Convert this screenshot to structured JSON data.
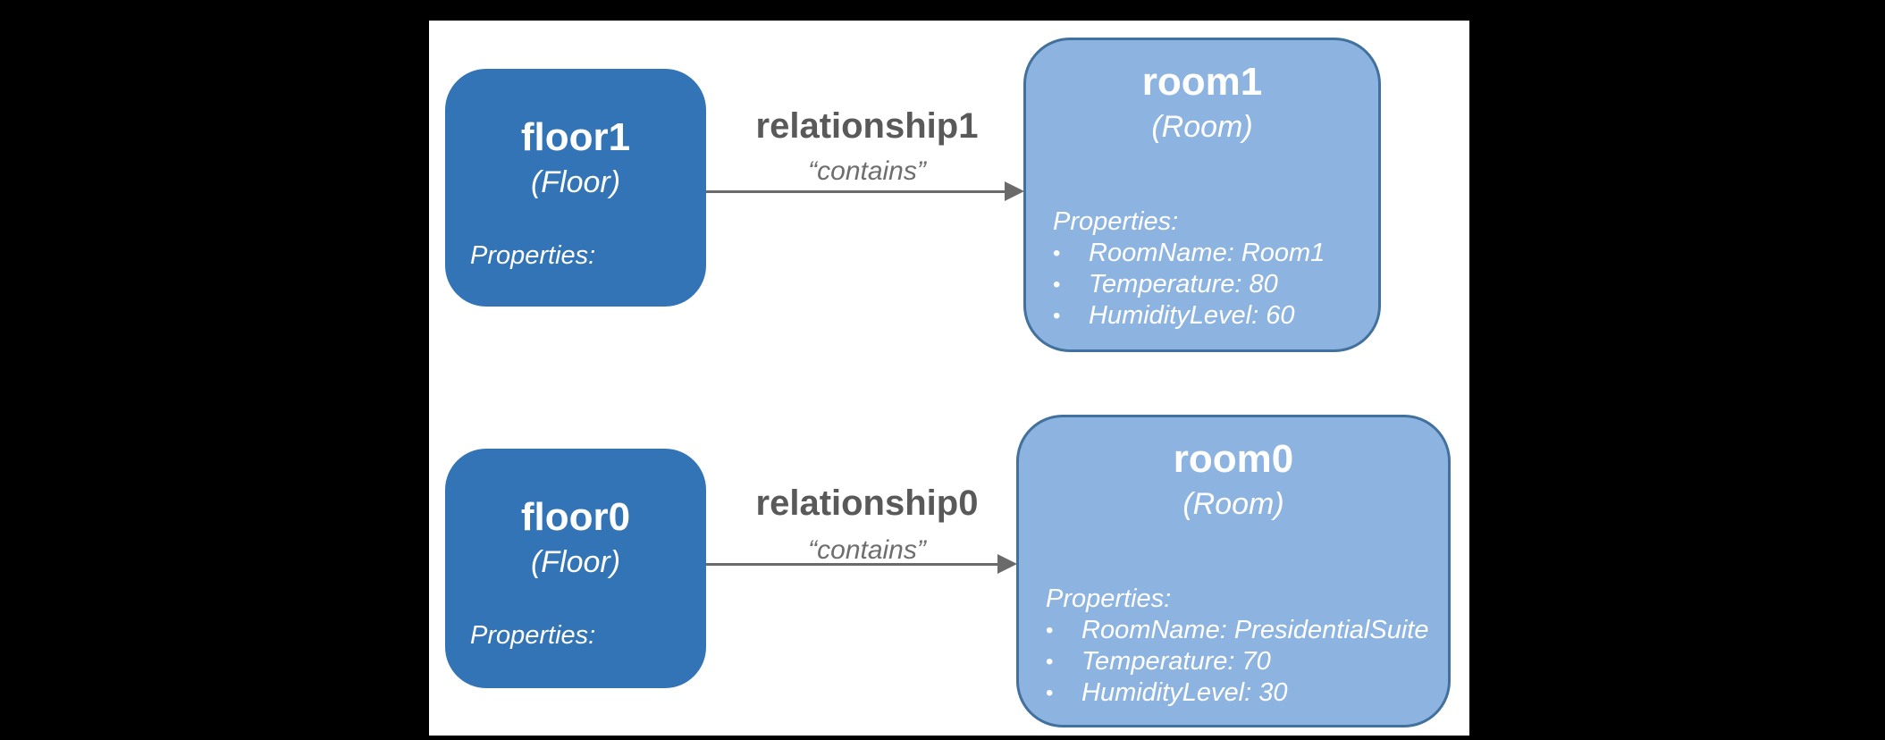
{
  "diagram": {
    "background_color": "#000000",
    "canvas_color": "#FFFFFF",
    "colors": {
      "floor_fill": "#3274B5",
      "room_fill": "#8DB4E0",
      "room_border": "#41719C",
      "relationship_label_gray": "#595959",
      "predicate_gray": "#6E6E6E",
      "arrow_gray": "#6A6A6A",
      "node_text": "#FFFFFF"
    },
    "bullet": "•",
    "nodes": {
      "floor1": {
        "title": "floor1",
        "type": "(Floor)",
        "properties_label": "Properties:"
      },
      "room1": {
        "title": "room1",
        "type": "(Room)",
        "properties_label": "Properties:",
        "properties": [
          "RoomName: Room1",
          "Temperature: 80",
          "HumidityLevel: 60"
        ]
      },
      "floor0": {
        "title": "floor0",
        "type": "(Floor)",
        "properties_label": "Properties:"
      },
      "room0": {
        "title": "room0",
        "type": "(Room)",
        "properties_label": "Properties:",
        "properties": [
          "RoomName: PresidentialSuite",
          "Temperature: 70",
          "HumidityLevel: 30"
        ]
      }
    },
    "relationships": {
      "relationship1": {
        "name": "relationship1",
        "predicate": "“contains”"
      },
      "relationship0": {
        "name": "relationship0",
        "predicate": "“contains”"
      }
    }
  }
}
